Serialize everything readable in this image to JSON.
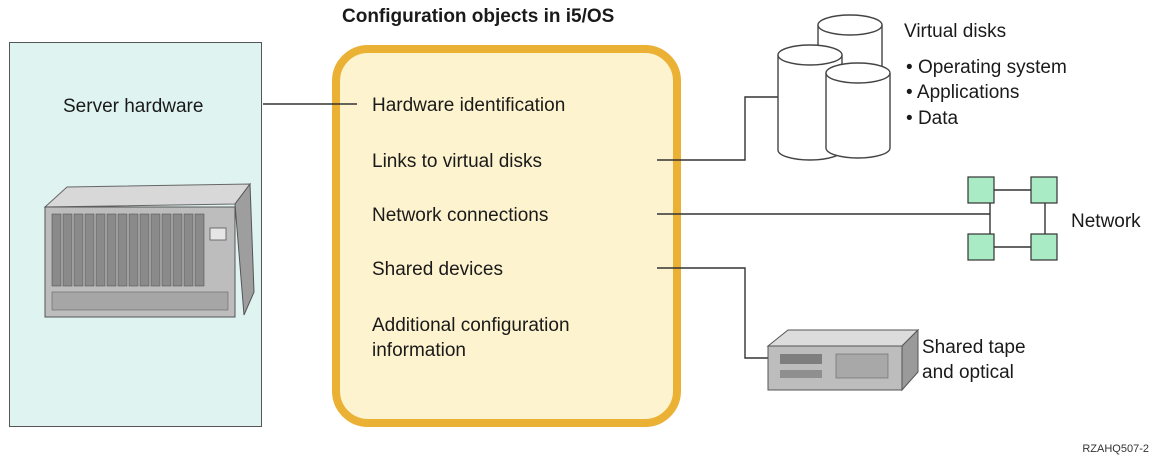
{
  "diagram": {
    "title": "Configuration objects in i5/OS",
    "server": {
      "label": "Server hardware"
    },
    "config_items": [
      "Hardware identification",
      "Links to virtual disks",
      "Network connections",
      "Shared devices",
      "Additional configuration",
      "information"
    ],
    "virtual_disks": {
      "label": "Virtual disks",
      "bullets": [
        "Operating system",
        "Applications",
        "Data"
      ]
    },
    "network": {
      "label": "Network"
    },
    "shared_devices": {
      "line1": "Shared tape",
      "line2": "and optical"
    },
    "figure_code": "RZAHQ507-2"
  },
  "colors": {
    "server_panel": "#dff3f1",
    "config_fill": "#fdf3cf",
    "config_border": "#ebb135",
    "network_node": "#a8ebc4"
  }
}
